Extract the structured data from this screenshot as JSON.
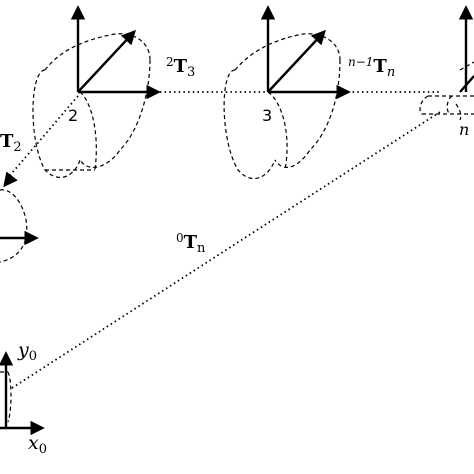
{
  "labels": {
    "t2": "T",
    "t2_sub": "2",
    "t23_pre": "2",
    "t23_main": "T",
    "t23_sub": "3",
    "tn_pre": "n−1",
    "tn_main": "T",
    "tn_sub": "n",
    "t0n_pre": "0",
    "t0n_main": "T",
    "t0n_sub": "n",
    "frame2": "2",
    "frame3": "3",
    "framen": "n",
    "y0": "y",
    "y0_sub": "0",
    "x0": "x",
    "x0_sub": "0"
  }
}
